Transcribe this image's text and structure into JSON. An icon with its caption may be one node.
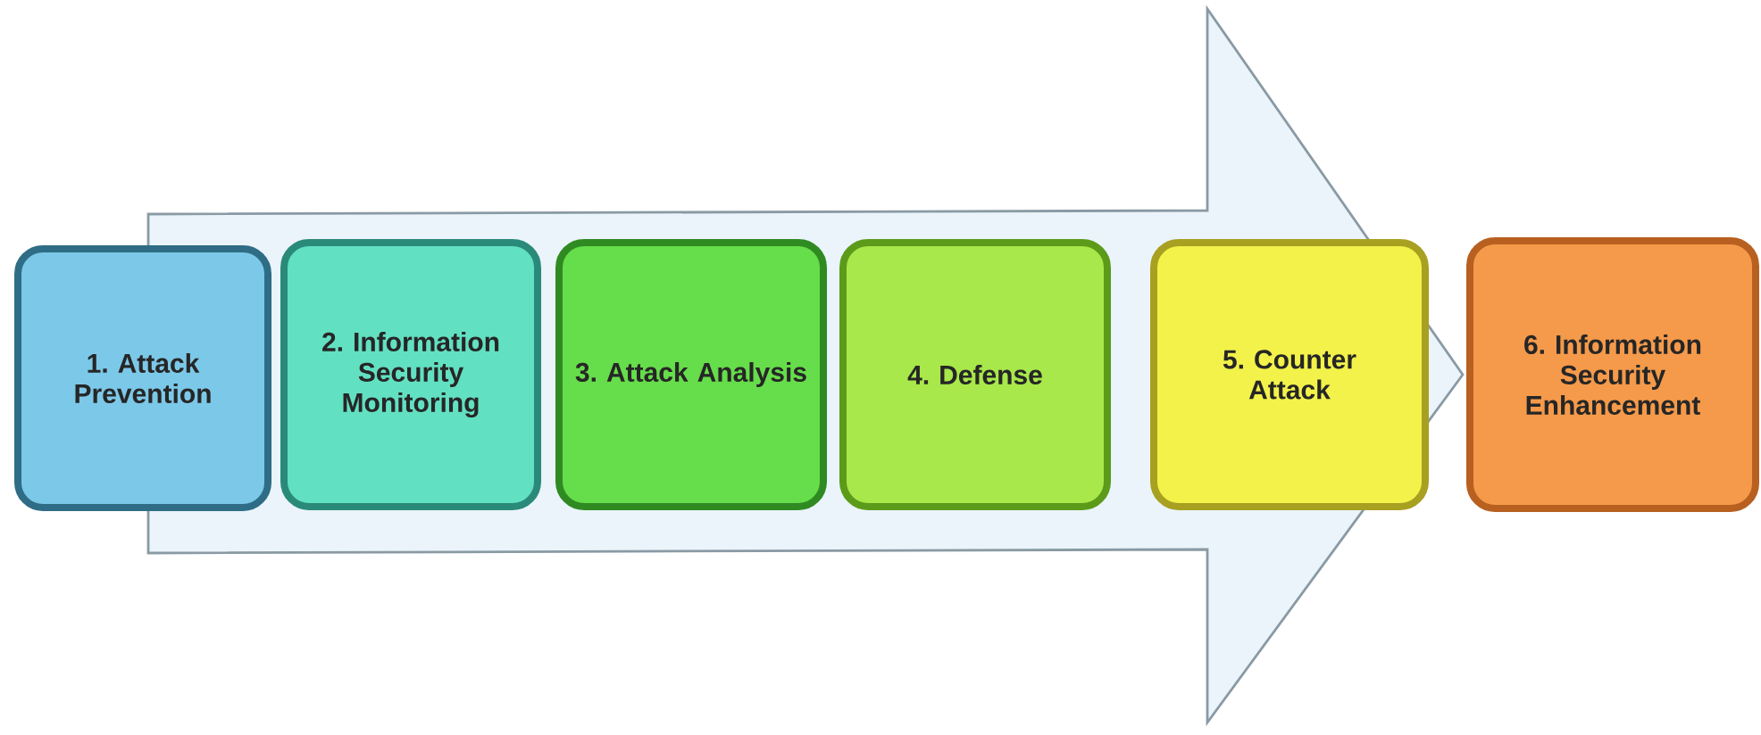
{
  "diagram": {
    "nodes": [
      {
        "text": [
          "1. Attack Prevention"
        ]
      },
      {
        "text": [
          "2. Information Security Monitoring"
        ]
      },
      {
        "text": [
          "3. Attack Analysis"
        ]
      },
      {
        "text": [
          "4. Defense"
        ]
      },
      {
        "text": [
          "5. Counter Attack"
        ]
      },
      {
        "text": [
          "6. Information Security Enhancement"
        ]
      }
    ],
    "edges": [
      {
        "from": 0,
        "to": 5,
        "arrow": "to"
      }
    ]
  }
}
